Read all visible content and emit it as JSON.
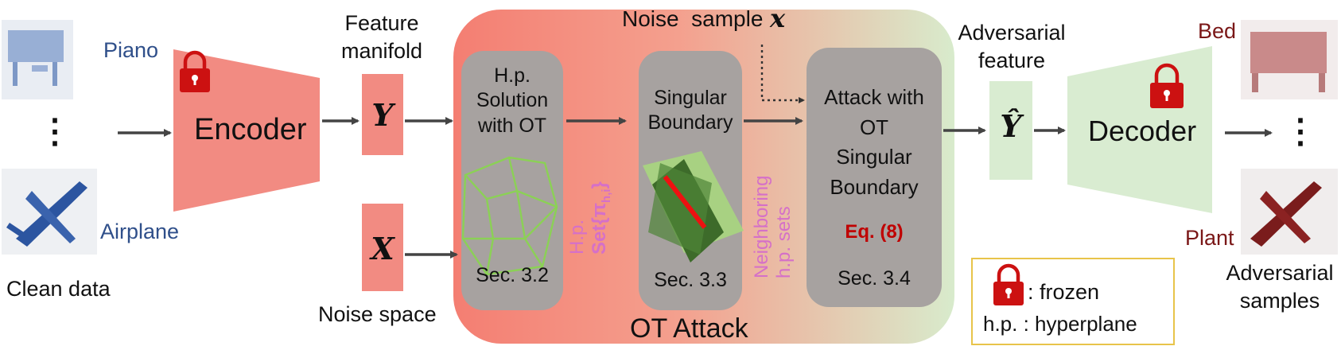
{
  "colors": {
    "encoder": "#f28b82",
    "ot_gradient_start": "#f47e72",
    "ot_gradient_end": "#d8ebcc",
    "gray_box": "#a7a2a0",
    "decoder": "#d9ecd1",
    "class_label_clean": "#2f4f8a",
    "class_label_adv": "#7a1717",
    "lock": "#cc1111",
    "pink_text": "#d570c8",
    "legend_border": "#e8c44a",
    "arrow": "#444444",
    "eq_red": "#c00000"
  },
  "inputs": {
    "label_top": "Piano",
    "label_bottom": "Airplane",
    "ellipsis": "⋮",
    "caption": "Clean data"
  },
  "encoder": {
    "label": "Encoder"
  },
  "feature": {
    "title_line1": "Feature",
    "title_line2": "manifold",
    "symbol": "Y"
  },
  "noise": {
    "symbol": "X",
    "caption": "Noise space"
  },
  "ot_attack": {
    "title": "OT Attack",
    "noise_sample_label": "Noise  sample",
    "noise_sample_symbol": "x",
    "box1": {
      "line1": "H.p.",
      "line2": "Solution",
      "line3": "with OT",
      "section": "Sec. 3.2"
    },
    "box1_side_label": {
      "line1": "H.p.",
      "line2": "Set{π",
      "subscript": "h,i",
      "close": "}"
    },
    "box2": {
      "line1": "Singular",
      "line2": "Boundary",
      "section": "Sec. 3.3"
    },
    "box2_side_label": {
      "line1": "Neighboring",
      "line2": "h.p. sets"
    },
    "box3": {
      "line1": "Attack with",
      "line2": "OT",
      "line3": "Singular",
      "line4": "Boundary",
      "eq": "Eq. (8)",
      "section": "Sec. 3.4"
    }
  },
  "adversarial_feature": {
    "title_line1": "Adversarial",
    "title_line2": "feature",
    "symbol": "Ŷ"
  },
  "decoder": {
    "label": "Decoder"
  },
  "outputs": {
    "label_top": "Bed",
    "label_bottom": "Plant",
    "ellipsis": "⋮",
    "caption_line1": "Adversarial",
    "caption_line2": "samples"
  },
  "legend": {
    "frozen_label": ": frozen",
    "hp_label": "h.p. : hyperplane"
  }
}
